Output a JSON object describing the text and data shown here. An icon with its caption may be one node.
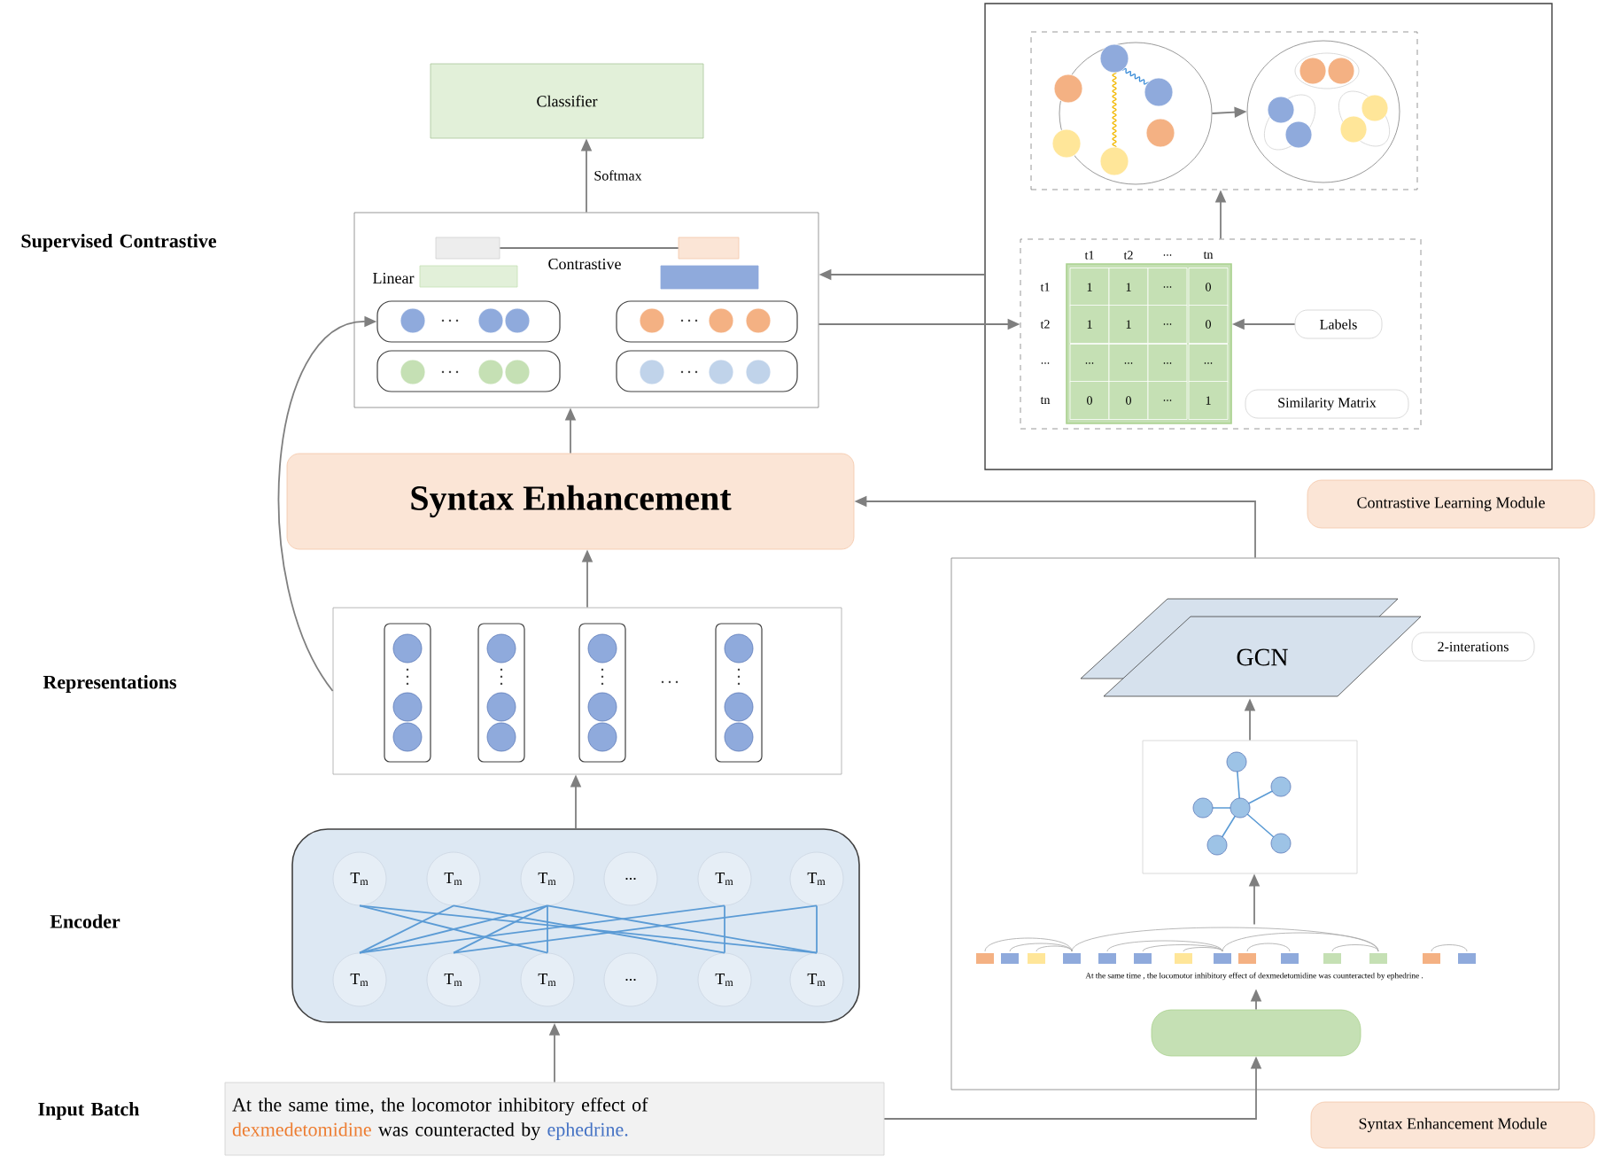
{
  "diagram": {
    "nodes": [
      {
        "text": [
          "Classifier"
        ]
      },
      {
        "text": [
          "Linear",
          "Contrastive"
        ]
      },
      {
        "text": [
          "Syntax Enhancement"
        ]
      },
      {
        "text": [],
        "shape": "box"
      },
      {
        "text": [],
        "shape": "box"
      },
      {
        "text": [
          "At the same time, the locomotor inhibitory effect of",
          "dexmedetomidine",
          "was counteracted by",
          "ephedrine."
        ]
      },
      {
        "text": [],
        "shape": "box"
      },
      {
        "text": [],
        "shape": "box",
        "in": 6
      },
      {
        "text": [],
        "shape": "circle",
        "in": 7
      },
      {
        "text": [],
        "shape": "circle",
        "in": 7
      },
      {
        "text": [],
        "shape": "box",
        "in": 6
      },
      {
        "text": [
          "Labels"
        ],
        "in": 10
      },
      {
        "text": [
          "Similarity Matrix"
        ],
        "in": 10
      },
      {
        "text": [
          "Contrastive Learning Module"
        ]
      },
      {
        "text": [],
        "shape": "box"
      },
      {
        "text": [
          "GCN"
        ],
        "in": 14
      },
      {
        "text": [
          "2-interations"
        ],
        "in": 14
      },
      {
        "text": [],
        "shape": "box",
        "in": 14
      },
      {
        "text": [
          "At the same time , the locomotor inhibitory effect of dexmedetomidine was counteracted by ephedrine ."
        ],
        "in": 14
      },
      {
        "text": [],
        "shape": "box",
        "in": 14
      },
      {
        "text": [
          "Syntax Enhancement Module"
        ]
      },
      {
        "text": [],
        "shape": "box",
        "in": 1
      },
      {
        "text": [],
        "shape": "box",
        "in": 1
      },
      {
        "text": [],
        "shape": "box",
        "in": 1
      },
      {
        "text": [],
        "shape": "box",
        "in": 1
      },
      {
        "text": [],
        "shape": "box",
        "in": 1
      },
      {
        "text": [],
        "shape": "box",
        "in": 1
      },
      {
        "text": [
          "T$_{m}$"
        ],
        "in": 4
      },
      {
        "text": [
          "T$_{m}$"
        ],
        "in": 4
      },
      {
        "text": [
          "T$_{m}$"
        ],
        "in": 4
      },
      {
        "text": [
          "..."
        ],
        "in": 4
      },
      {
        "text": [
          "T$_{m}$"
        ],
        "in": 4
      },
      {
        "text": [
          "T$_{m}$"
        ],
        "in": 4
      },
      {
        "text": [
          "T$_{m}$"
        ],
        "in": 4
      },
      {
        "text": [
          "T$_{m}$"
        ],
        "in": 4
      },
      {
        "text": [
          "T$_{m}$"
        ],
        "in": 4
      },
      {
        "text": [
          "..."
        ],
        "in": 4
      },
      {
        "text": [
          "T$_{m}$"
        ],
        "in": 4
      },
      {
        "text": [
          "T$_{m}$"
        ],
        "in": 4
      },
      {
        "text": [],
        "shape": "box",
        "in": 10
      }
    ],
    "edges": [
      {
        "from": 1,
        "to": 0,
        "arrow": "to",
        "label": "Softmax"
      },
      {
        "from": 2,
        "to": 1,
        "arrow": "to"
      },
      {
        "from": 3,
        "to": 2,
        "arrow": "to"
      },
      {
        "from": 4,
        "to": 3,
        "arrow": "to"
      },
      {
        "from": 5,
        "to": 4,
        "arrow": "to"
      },
      {
        "from": 3,
        "to": 23,
        "arrow": "to"
      },
      {
        "from": 6,
        "to": 1,
        "arrow": "to"
      },
      {
        "from": 1,
        "to": 10,
        "arrow": "to"
      },
      {
        "from": 8,
        "to": 9,
        "arrow": "to"
      },
      {
        "from": 10,
        "to": 7,
        "arrow": "to"
      },
      {
        "from": 11,
        "to": 39,
        "arrow": "to"
      },
      {
        "from": 14,
        "to": 2,
        "arrow": "to"
      },
      {
        "from": 5,
        "to": 19,
        "arrow": "to"
      },
      {
        "from": 19,
        "to": 18,
        "arrow": "to"
      },
      {
        "from": 18,
        "to": 17,
        "arrow": "to"
      },
      {
        "from": 17,
        "to": 15,
        "arrow": "to"
      },
      {
        "from": 21,
        "to": 22,
        "arrow": "none"
      },
      {
        "from": 27,
        "to": 35,
        "arrow": "none",
        "color": "#5b9bd5"
      },
      {
        "from": 27,
        "to": 38,
        "arrow": "none",
        "color": "#5b9bd5"
      },
      {
        "from": 28,
        "to": 33,
        "arrow": "none",
        "color": "#5b9bd5"
      },
      {
        "from": 28,
        "to": 37,
        "arrow": "none",
        "color": "#5b9bd5"
      },
      {
        "from": 29,
        "to": 33,
        "arrow": "none",
        "color": "#5b9bd5"
      },
      {
        "from": 29,
        "to": 34,
        "arrow": "none",
        "color": "#5b9bd5"
      },
      {
        "from": 29,
        "to": 35,
        "arrow": "none",
        "color": "#5b9bd5"
      },
      {
        "from": 29,
        "to": 38,
        "arrow": "none",
        "color": "#5b9bd5"
      },
      {
        "from": 31,
        "to": 33,
        "arrow": "none",
        "color": "#5b9bd5"
      },
      {
        "from": 31,
        "to": 37,
        "arrow": "none",
        "color": "#5b9bd5"
      },
      {
        "from": 32,
        "to": 34,
        "arrow": "none",
        "color": "#5b9bd5"
      },
      {
        "from": 32,
        "to": 38,
        "arrow": "none",
        "color": "#5b9bd5"
      }
    ],
    "labels": [
      "Supervised Contrastive",
      "t1",
      "t2",
      "...",
      "tn",
      "t1",
      "1",
      "1",
      "...",
      "0",
      "t2",
      "1",
      "1",
      "...",
      "0",
      "...",
      "...",
      "...",
      "...",
      "...",
      "tn",
      "0",
      "0",
      "...",
      "1",
      "Representations",
      "Encoder",
      "Input Batch"
    ]
  }
}
